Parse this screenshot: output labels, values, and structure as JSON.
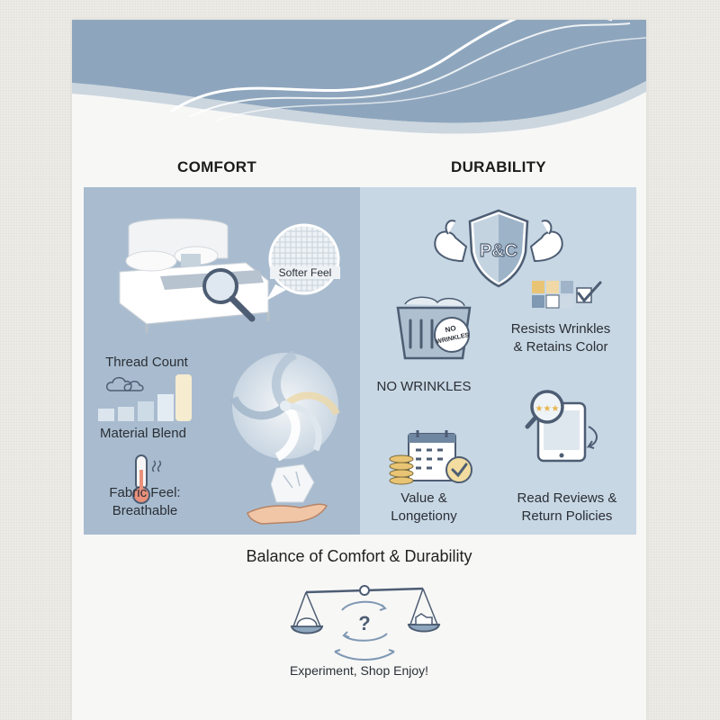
{
  "columns": {
    "comfort": "COMFORT",
    "durability": "DURABILITY"
  },
  "comfort": {
    "softer_feel": "Softer Feel",
    "thread_count": "Thread Count",
    "material_blend": "Material Blend",
    "fabric_feel_line1": "Fabric Feel:",
    "fabric_feel_line2": "Breathable"
  },
  "durability": {
    "shield_text": "P&C",
    "basket_badge_line1": "NO",
    "basket_badge_line2": "WRINKLES",
    "no_wrinkles": "NO WRINKLES",
    "resists_line1": "Resists Wrinkles",
    "resists_line2": "& Retains Color",
    "value_line1": "Value &",
    "value_line2": "Longetiony",
    "reviews_line1": "Read Reviews &",
    "reviews_line2": "Return Policies"
  },
  "balance": {
    "title": "Balance of Comfort & Durability",
    "question": "?"
  },
  "footer": {
    "text": "Experiment, Shop Enjoy!"
  },
  "colors": {
    "header_blue": "#8ea6bd",
    "panel_left": "#a9bccf",
    "panel_right": "#c8d7e4",
    "accent_yellow": "#e8c474",
    "icon_stroke": "#4d5d73"
  }
}
